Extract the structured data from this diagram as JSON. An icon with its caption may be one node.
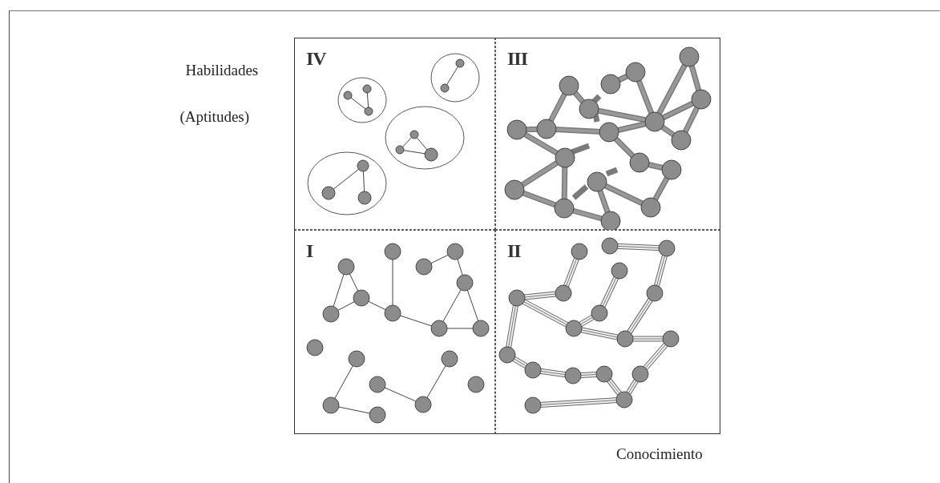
{
  "diagram": {
    "nodes": [
      {
        "text": [
          "IV"
        ]
      },
      {
        "text": [
          "III"
        ]
      },
      {
        "text": [
          "I"
        ]
      },
      {
        "text": [
          "II"
        ]
      }
    ],
    "labels": [
      "Habilidades",
      "(Aptitudes)",
      "Conocimiento"
    ]
  }
}
